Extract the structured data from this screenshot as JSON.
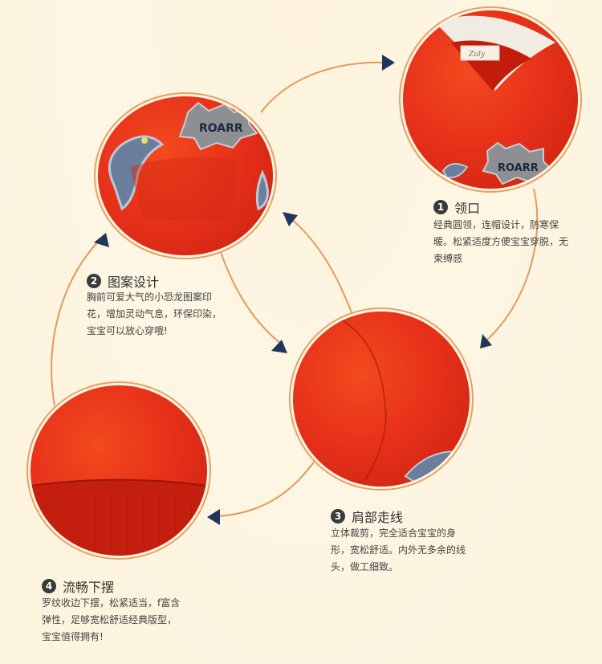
{
  "colors": {
    "background": "#fdf6e3",
    "garment_red": "#e8321a",
    "ring_orange": "#e39a5b",
    "arrow_navy": "#22355a",
    "text": "#333333"
  },
  "badge_text": "ROARR",
  "label_text": "Zuly",
  "features": [
    {
      "number": "1",
      "title": "领口",
      "description": "经典圆领，连帽设计，防寒保暖。松紧适度方便宝宝穿脱，无束缚感"
    },
    {
      "number": "2",
      "title": "图案设计",
      "description": "胸前可爱大气的小恐龙图案印花，增加灵动气息，环保印染，宝宝可以放心穿哦!"
    },
    {
      "number": "3",
      "title": "肩部走线",
      "description": "立体裁剪，完全适合宝宝的身形，宽松舒适。内外无多余的线头，做工细致。"
    },
    {
      "number": "4",
      "title": "流畅下摆",
      "description": "罗纹收边下摆，松紧适当，f富含弹性，足够宽松舒适经典版型，宝宝值得拥有!"
    }
  ]
}
